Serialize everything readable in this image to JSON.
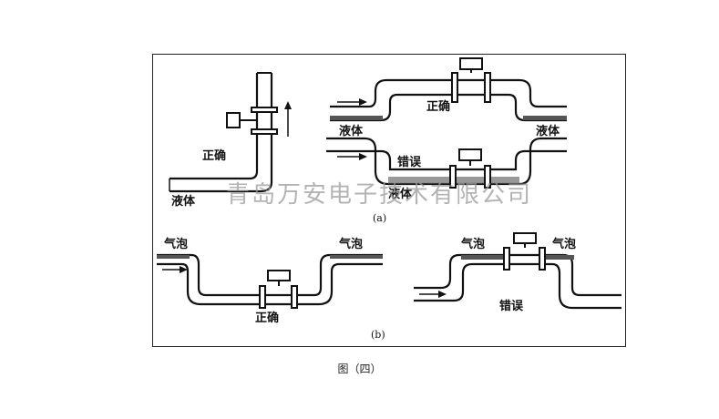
{
  "diagram": {
    "a": {
      "vertical": {
        "correct": "正确",
        "liquid": "液体"
      },
      "upper": {
        "correct": "正确",
        "liquid_left": "液体",
        "liquid_right": "液体"
      },
      "lower": {
        "wrong": "错误",
        "liquid": "液体"
      },
      "sublabel": "(a)"
    },
    "b": {
      "left": {
        "bubble_left": "气泡",
        "bubble_right": "气泡",
        "correct": "正确"
      },
      "right": {
        "bubble_left": "气泡",
        "bubble_right": "气泡",
        "wrong": "错误"
      },
      "sublabel": "(b)"
    },
    "watermark": "青岛万安电子技术有限公司"
  },
  "caption": "图（四）"
}
